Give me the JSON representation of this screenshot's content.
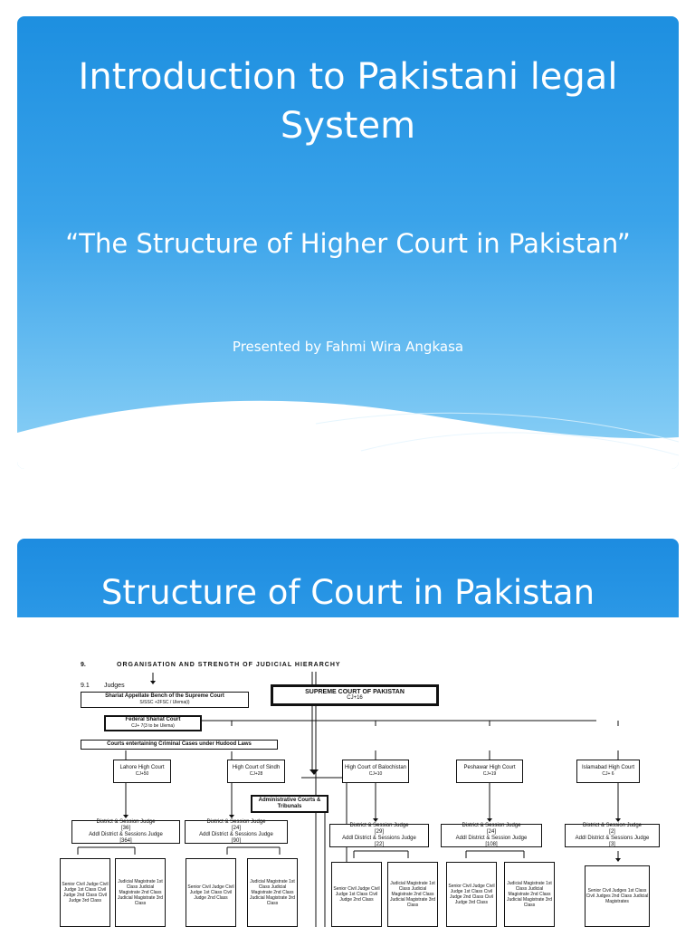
{
  "slide1": {
    "title": "Introduction to Pakistani legal System",
    "subtitle": "“The Structure of Higher Court in Pakistan”",
    "presenter": "Presented by Fahmi Wira Angkasa"
  },
  "slide2": {
    "title": "Structure of Court in Pakistan",
    "chart": {
      "heading_num": "9.",
      "heading": "ORGANISATION AND STRENGTH OF JUDICIAL HIERARCHY",
      "sub_num": "9.1",
      "sub": "Judges",
      "shariat_bench": {
        "main": "Shariat Appellate Bench of the Supreme Court",
        "sub": "S/SSC +2FSC / Ulema(i)"
      },
      "federal_shariat": {
        "main": "Federal Shariat Court",
        "sub": "CJ+ 7(3 to be Ulema)"
      },
      "hudood": "Courts entertaining Criminal Cases under Hudood Laws",
      "supreme": {
        "main": "SUPREME COURT OF PAKISTAN",
        "sub": "CJ+16"
      },
      "admin": "Administrative Courts & Tribunals",
      "high_courts": [
        {
          "main": "Lahore High Court",
          "sub": "CJ+50"
        },
        {
          "main": "High Court of Sindh",
          "sub": "CJ+28"
        },
        {
          "main": "High Court of Balochistan",
          "sub": "CJ+10"
        },
        {
          "main": "Peshawar High Court",
          "sub": "CJ+19"
        },
        {
          "main": "Islamabad High Court",
          "sub": "CJ+ 6"
        }
      ],
      "district": [
        {
          "l1": "District & Session Judge",
          "l2": "[36]",
          "l3": "Addl District & Sessions Judge",
          "l4": "[364]"
        },
        {
          "l1": "District & Session Judge",
          "l2": "[24]",
          "l3": "Addl District & Sessions Judge",
          "l4": "[90]"
        },
        {
          "l1": "District & Session Judge",
          "l2": "[29]",
          "l3": "Addl District & Sessions Judge",
          "l4": "[22]"
        },
        {
          "l1": "District & Session Judge",
          "l2": "[24]",
          "l3": "Addl District & Session Judge",
          "l4": "[108]"
        },
        {
          "l1": "District & Session Judge",
          "l2": "[2]",
          "l3": "Addl District & Sessions Judge",
          "l4": "[3]"
        }
      ],
      "lower": [
        {
          "text": "Senior Civil Judge Civil Judge 1st Class Civil Judge 2nd Class Civil Judge 3rd Class"
        },
        {
          "text": "Judicial Magistrate 1st Class Judicial Magistrate 2nd Class Judicial Magistrate 3rd Class"
        },
        {
          "text": "Senior Civil Judge Civil Judge 1st Class Civil Judge 2nd Class"
        },
        {
          "text": "Judicial Magistrate 1st Class Judicial Magistrate 2nd Class Judicial Magistrate 3rd Class"
        },
        {
          "text": "Senior Civil Judge Civil Judge 1st Class Civil Judge 2nd Class"
        },
        {
          "text": "Judicial Magistrate 1st Class Judicial Magistrate 2nd Class Judicial Magistrate 3rd Class"
        },
        {
          "text": "Senior Civil Judge Civil Judge 1st Class Civil Judge 2nd Class Civil Judge 3rd Class"
        },
        {
          "text": "Judicial Magistrate 1st Class Judicial Magistrate 2nd Class Judicial Magistrate 3rd Class"
        },
        {
          "text": "Senior Civil Judges 1st Class Civil Judges 2nd Class Judicial Magistrates"
        }
      ]
    }
  },
  "colors": {
    "blue_dark": "#1d8fe0",
    "blue_light": "#8fd2f6",
    "white": "#ffffff"
  }
}
